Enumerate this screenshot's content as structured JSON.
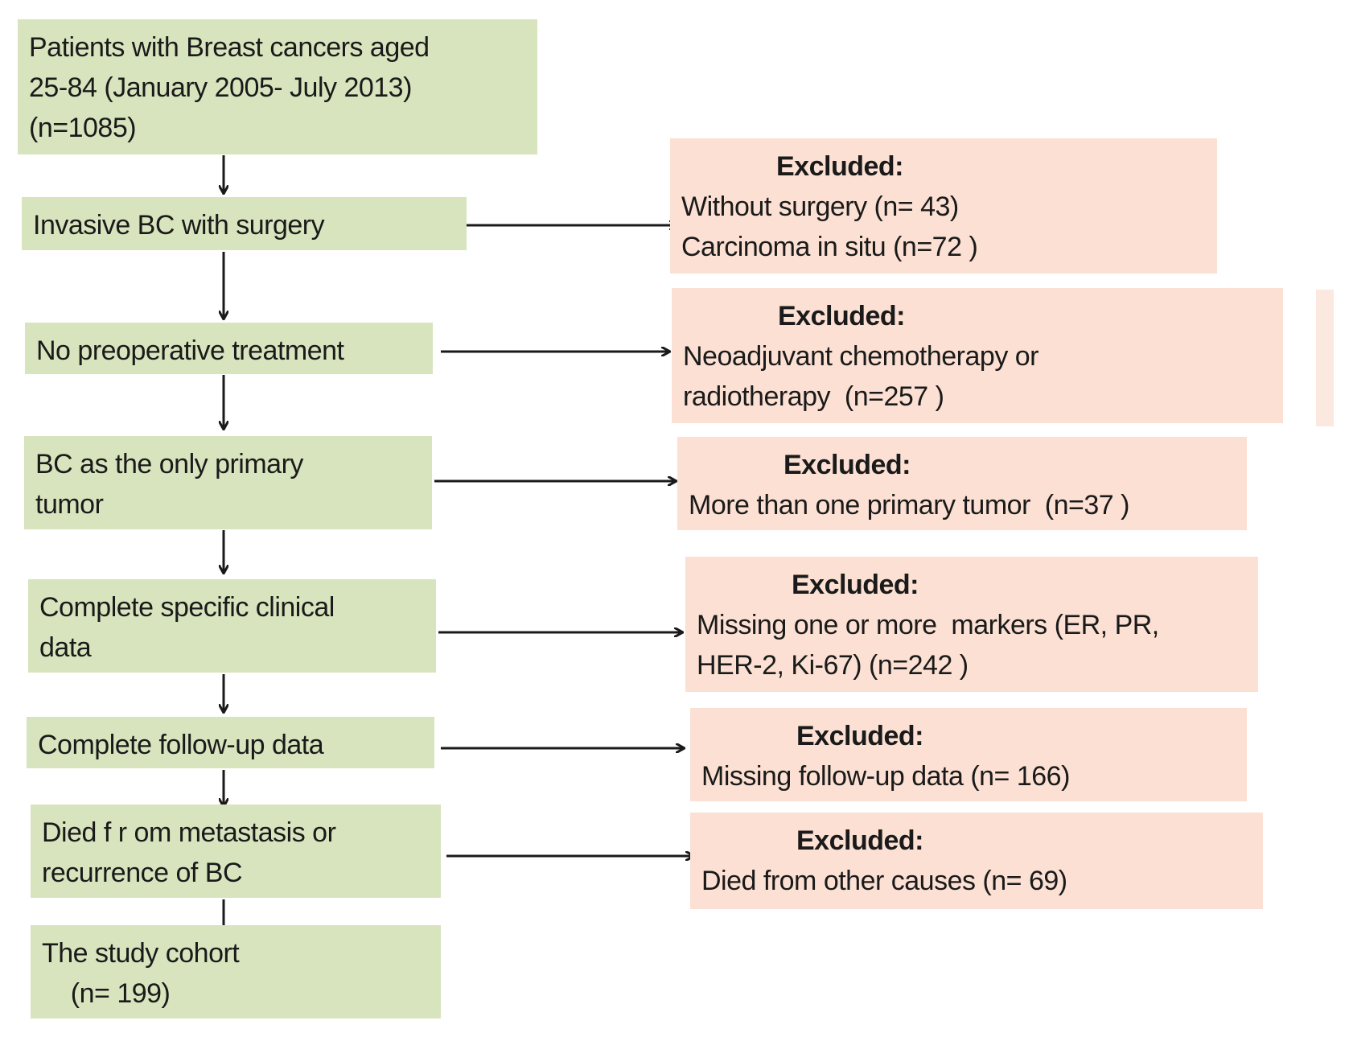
{
  "flow": [
    {
      "lines": [
        "Patients with Breast cancers aged",
        "25-84 (January 2005- July 2013)",
        "(n=1085)"
      ]
    },
    {
      "lines": [
        "Invasive BC with surgery"
      ]
    },
    {
      "lines": [
        "No preoperative treatment"
      ]
    },
    {
      "lines": [
        "BC as the only primary",
        "tumor"
      ]
    },
    {
      "lines": [
        "Complete specific clinical",
        "data"
      ]
    },
    {
      "lines": [
        "Complete follow-up data"
      ]
    },
    {
      "lines": [
        "Died f r om metastasis or",
        "recurrence of BC"
      ]
    },
    {
      "lines": [
        "The study cohort",
        "    (n= 199)"
      ]
    }
  ],
  "exclusions": [
    {
      "heading": "Excluded:",
      "lines": [
        "Without surgery (n= 43)",
        "Carcinoma in situ (n=72 )"
      ]
    },
    {
      "heading": "Excluded:",
      "lines": [
        "Neoadjuvant chemotherapy or",
        "radiotherapy  (n=257 )"
      ]
    },
    {
      "heading": "Excluded:",
      "lines": [
        "More than one primary tumor  (n=37 )"
      ]
    },
    {
      "heading": "Excluded:",
      "lines": [
        "Missing one or more  markers (ER, PR,",
        "HER-2, Ki-67) (n=242 )"
      ]
    },
    {
      "heading": "Excluded:",
      "lines": [
        "Missing follow-up data (n= 166)"
      ]
    },
    {
      "heading": "Excluded:",
      "lines": [
        "Died from other causes (n= 69)"
      ]
    }
  ],
  "colors": {
    "flow_box": "#d7e4bd",
    "exclusion_box": "#fbe0d3",
    "arrow": "#1a1a1a"
  }
}
